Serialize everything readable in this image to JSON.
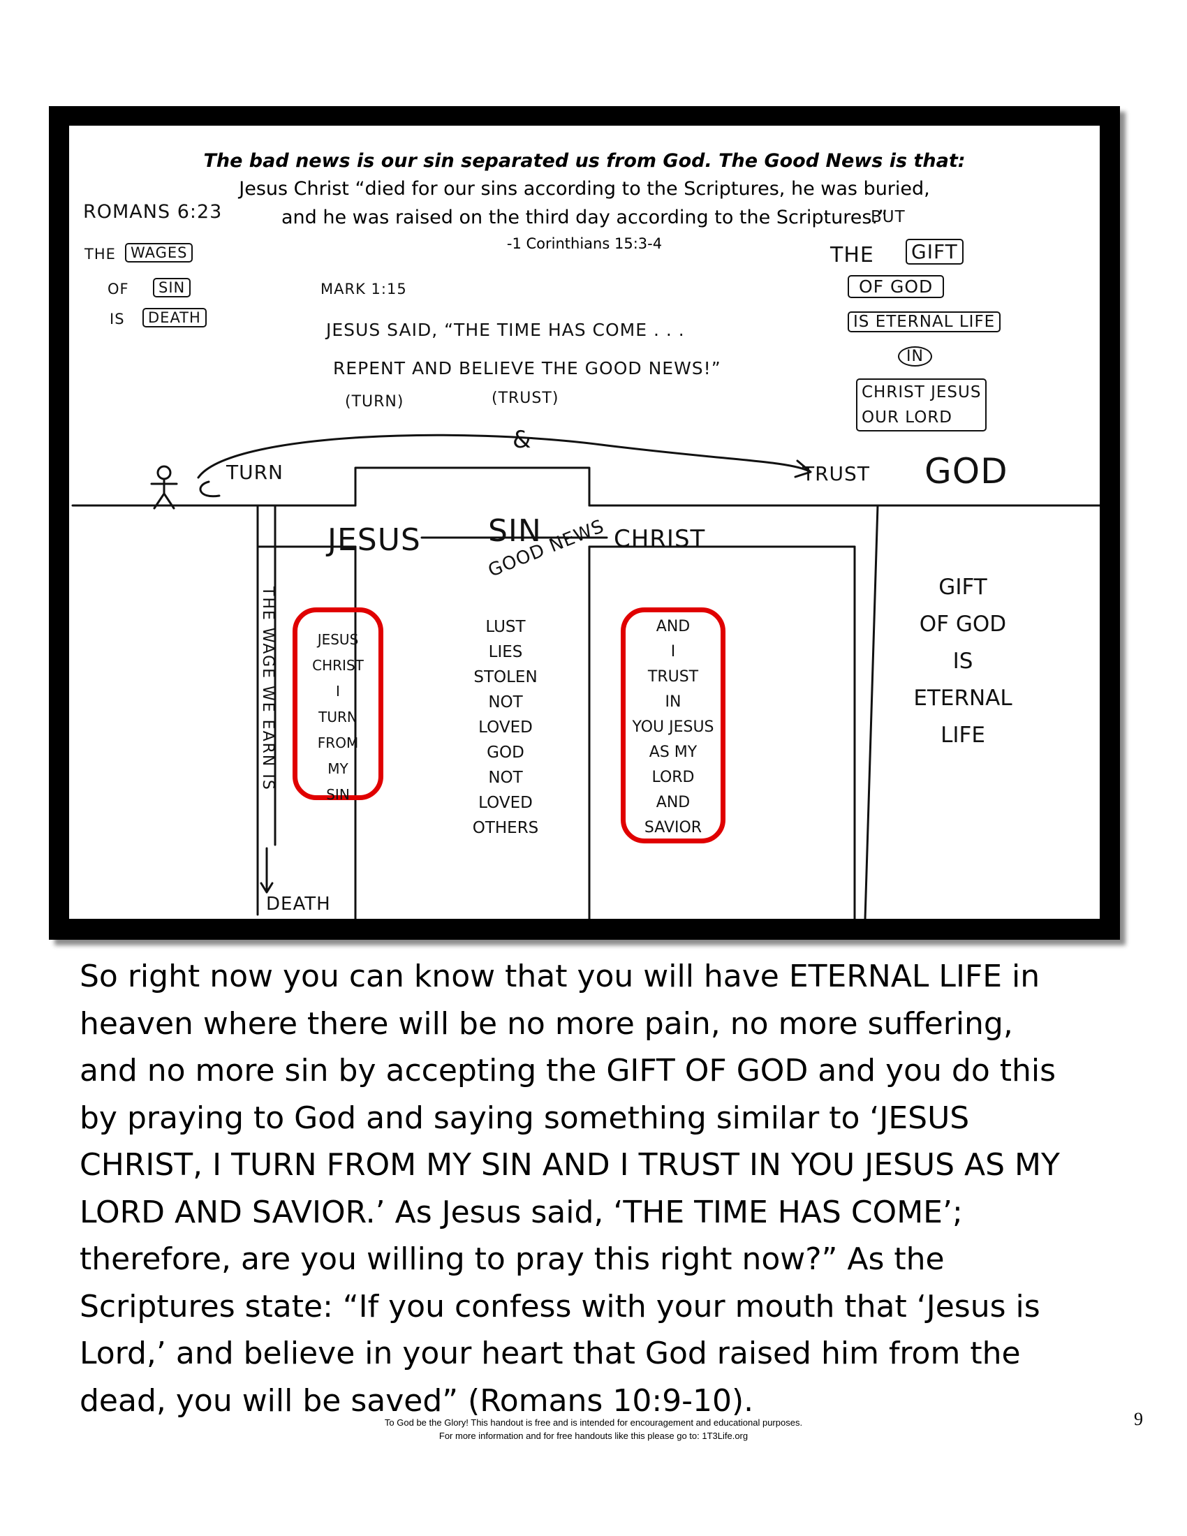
{
  "diagram": {
    "header": {
      "bad_news": "The bad news is our sin separated us from God. The Good News is that:",
      "quote_line1": "Jesus Christ “died for our sins according to the Scriptures, he was buried,",
      "quote_line2": "and he was raised on the third day according to the Scriptures.”",
      "citation": "-1 Corinthians 15:3-4"
    },
    "left_verse": {
      "reference": "ROMANS 6:23",
      "the": "THE",
      "wages": "WAGES",
      "of": "OF",
      "sin": "SIN",
      "is": "IS",
      "death": "DEATH"
    },
    "right_verse": {
      "but": "BUT",
      "the": "THE",
      "gift": "GIFT",
      "of_god": "OF GOD",
      "eternal_life": "IS ETERNAL LIFE",
      "in": "IN",
      "christ_jesus": "CHRIST JESUS",
      "our_lord": "OUR LORD"
    },
    "center_verse": {
      "reference": "MARK 1:15",
      "line1": "JESUS SAID, “THE TIME HAS COME . . .",
      "line2": "REPENT AND BELIEVE THE GOOD NEWS!”",
      "turn_note": "(TURN)",
      "trust_note": "(TRUST)"
    },
    "path": {
      "turn": "TURN",
      "and": "&",
      "trust": "TRUST",
      "god": "GOD"
    },
    "cross": {
      "jesus": "JESUS",
      "sin": "SIN",
      "christ": "CHRIST",
      "good_news": "GOOD NEWS"
    },
    "wage_label": "THE WAGE WE EARN IS",
    "death_label": "DEATH",
    "prayer_left": [
      "JESUS",
      "CHRIST",
      "I",
      "TURN",
      "FROM",
      "MY",
      "SIN"
    ],
    "sins": [
      "LUST",
      "LIES",
      "STOLEN",
      "NOT",
      "LOVED",
      "GOD",
      "NOT",
      "LOVED",
      "OTHERS"
    ],
    "prayer_right": [
      "AND",
      "I",
      "TRUST",
      "IN",
      "YOU JESUS",
      "AS MY",
      "LORD",
      "AND",
      "SAVIOR"
    ],
    "gift_right": [
      "GIFT",
      "OF GOD",
      "IS",
      "ETERNAL",
      "LIFE"
    ],
    "colors": {
      "highlight_box": "#e00000",
      "frame": "#000000"
    }
  },
  "body_lines": [
    "So right now you can know that you will have ETERNAL LIFE in",
    "heaven where there will be no more pain, no more suffering,",
    "and no more sin by accepting the GIFT OF GOD and you do this",
    "by praying to God and saying something similar to ‘JESUS",
    "CHRIST, I TURN FROM MY SIN AND I TRUST IN YOU JESUS AS MY",
    "LORD AND SAVIOR.’ As Jesus said, ‘THE TIME HAS COME’;",
    "therefore, are you willing to pray this right now?” As the",
    "Scriptures state: “If you confess with your mouth that ‘Jesus is",
    "Lord,’ and believe in your heart that God raised him from the",
    "dead, you will be saved” (Romans 10:9-10)."
  ],
  "footer": {
    "line1": "To God be the Glory! This handout is free and is intended for encouragement and educational purposes.",
    "line2": "For more information and for free handouts like this please go to:  1T3Life.org"
  },
  "page_number": "9"
}
